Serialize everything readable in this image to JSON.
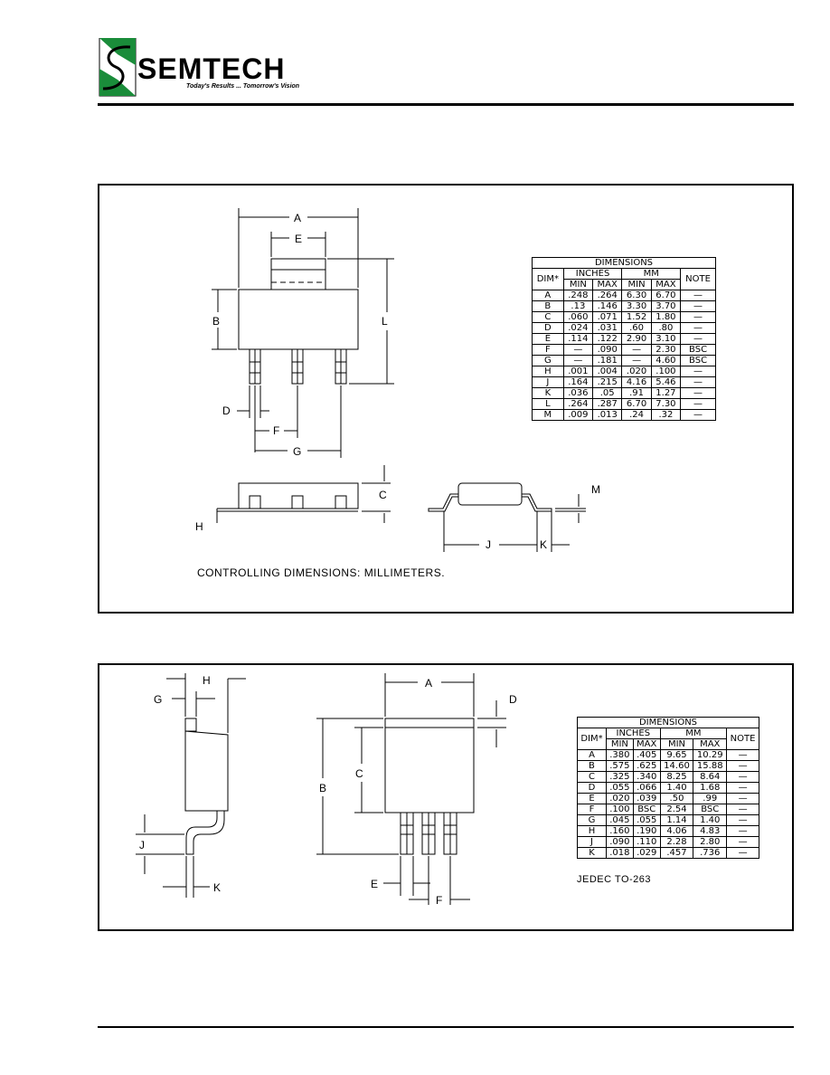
{
  "header": {
    "logo_text": "SEMTECH",
    "tagline": "Today's Results ... Tomorrow's Vision"
  },
  "panel1": {
    "labels": {
      "A": "A",
      "E": "E",
      "B": "B",
      "L": "L",
      "D": "D",
      "F": "F",
      "G": "G",
      "C": "C",
      "H": "H",
      "J": "J",
      "K": "K",
      "M": "M"
    },
    "note": "CONTROLLING DIMENSIONS: MILLIMETERS.",
    "table": {
      "title": "DIMENSIONS",
      "dim_header": "DIM*",
      "inches_header": "INCHES",
      "mm_header": "MM",
      "note_header": "NOTE",
      "min": "MIN",
      "max": "MAX",
      "rows": [
        {
          "dim": "A",
          "in_min": ".248",
          "in_max": ".264",
          "mm_min": "6.30",
          "mm_max": "6.70",
          "note": "—"
        },
        {
          "dim": "B",
          "in_min": ".13",
          "in_max": ".146",
          "mm_min": "3.30",
          "mm_max": "3.70",
          "note": "—"
        },
        {
          "dim": "C",
          "in_min": ".060",
          "in_max": ".071",
          "mm_min": "1.52",
          "mm_max": "1.80",
          "note": "—"
        },
        {
          "dim": "D",
          "in_min": ".024",
          "in_max": ".031",
          "mm_min": ".60",
          "mm_max": ".80",
          "note": "—"
        },
        {
          "dim": "E",
          "in_min": ".114",
          "in_max": ".122",
          "mm_min": "2.90",
          "mm_max": "3.10",
          "note": "—"
        },
        {
          "dim": "F",
          "in_min": "—",
          "in_max": ".090",
          "mm_min": "—",
          "mm_max": "2.30",
          "note": "BSC"
        },
        {
          "dim": "G",
          "in_min": "—",
          "in_max": ".181",
          "mm_min": "—",
          "mm_max": "4.60",
          "note": "BSC"
        },
        {
          "dim": "H",
          "in_min": ".001",
          "in_max": ".004",
          "mm_min": ".020",
          "mm_max": ".100",
          "note": "—"
        },
        {
          "dim": "J",
          "in_min": ".164",
          "in_max": ".215",
          "mm_min": "4.16",
          "mm_max": "5.46",
          "note": "—"
        },
        {
          "dim": "K",
          "in_min": ".036",
          "in_max": ".05",
          "mm_min": ".91",
          "mm_max": "1.27",
          "note": "—"
        },
        {
          "dim": "L",
          "in_min": ".264",
          "in_max": ".287",
          "mm_min": "6.70",
          "mm_max": "7.30",
          "note": "—"
        },
        {
          "dim": "M",
          "in_min": ".009",
          "in_max": ".013",
          "mm_min": ".24",
          "mm_max": ".32",
          "note": "—"
        }
      ]
    }
  },
  "panel2": {
    "labels": {
      "H": "H",
      "G": "G",
      "J": "J",
      "K": "K",
      "A": "A",
      "D": "D",
      "B": "B",
      "C": "C",
      "E": "E",
      "F": "F"
    },
    "note": "JEDEC TO-263",
    "table": {
      "title": "DIMENSIONS",
      "dim_header": "DIM*",
      "inches_header": "INCHES",
      "mm_header": "MM",
      "note_header": "NOTE",
      "min": "MIN",
      "max": "MAX",
      "rows": [
        {
          "dim": "A",
          "in_min": ".380",
          "in_max": ".405",
          "mm_min": "9.65",
          "mm_max": "10.29",
          "note": "—"
        },
        {
          "dim": "B",
          "in_min": ".575",
          "in_max": ".625",
          "mm_min": "14.60",
          "mm_max": "15.88",
          "note": "—"
        },
        {
          "dim": "C",
          "in_min": ".325",
          "in_max": ".340",
          "mm_min": "8.25",
          "mm_max": "8.64",
          "note": "—"
        },
        {
          "dim": "D",
          "in_min": ".055",
          "in_max": ".066",
          "mm_min": "1.40",
          "mm_max": "1.68",
          "note": "—"
        },
        {
          "dim": "E",
          "in_min": ".020",
          "in_max": ".039",
          "mm_min": ".50",
          "mm_max": ".99",
          "note": "—"
        },
        {
          "dim": "F",
          "in_min": ".100",
          "in_max": "BSC",
          "mm_min": "2.54",
          "mm_max": "BSC",
          "note": "—"
        },
        {
          "dim": "G",
          "in_min": ".045",
          "in_max": ".055",
          "mm_min": "1.14",
          "mm_max": "1.40",
          "note": "—"
        },
        {
          "dim": "H",
          "in_min": ".160",
          "in_max": ".190",
          "mm_min": "4.06",
          "mm_max": "4.83",
          "note": "—"
        },
        {
          "dim": "J",
          "in_min": ".090",
          "in_max": ".110",
          "mm_min": "2.28",
          "mm_max": "2.80",
          "note": "—"
        },
        {
          "dim": "K",
          "in_min": ".018",
          "in_max": ".029",
          "mm_min": ".457",
          "mm_max": ".736",
          "note": "—"
        }
      ]
    }
  }
}
